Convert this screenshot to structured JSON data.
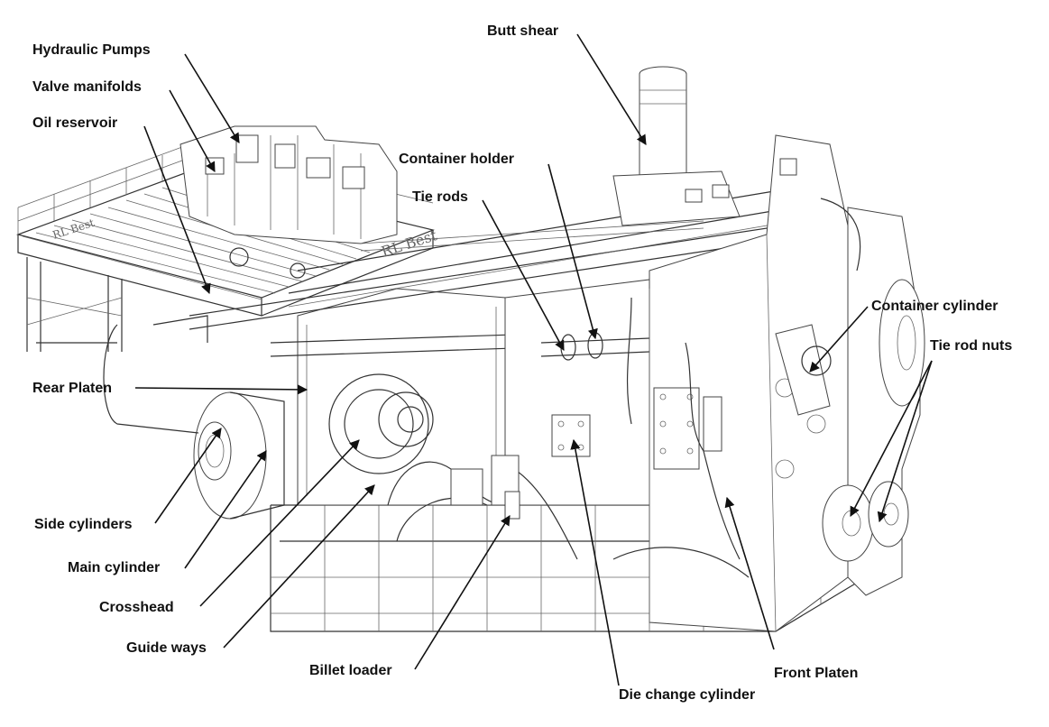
{
  "labels": {
    "hydraulic_pumps": "Hydraulic Pumps",
    "valve_manifolds": "Valve manifolds",
    "oil_reservoir": "Oil reservoir",
    "butt_shear": "Butt shear",
    "container_holder": "Container holder",
    "tie_rods": "Tie rods",
    "container_cylinder": "Container cylinder",
    "tie_rod_nuts": "Tie rod nuts",
    "rear_platen": "Rear Platen",
    "side_cylinders": "Side cylinders",
    "main_cylinder": "Main cylinder",
    "crosshead": "Crosshead",
    "guide_ways": "Guide ways",
    "billet_loader": "Billet loader",
    "die_change_cylinder": "Die change cylinder",
    "front_platen": "Front Platen"
  },
  "logo_text": "RL Best",
  "colors": {
    "ink": "#111111",
    "line": "#333333",
    "paper": "#ffffff"
  }
}
